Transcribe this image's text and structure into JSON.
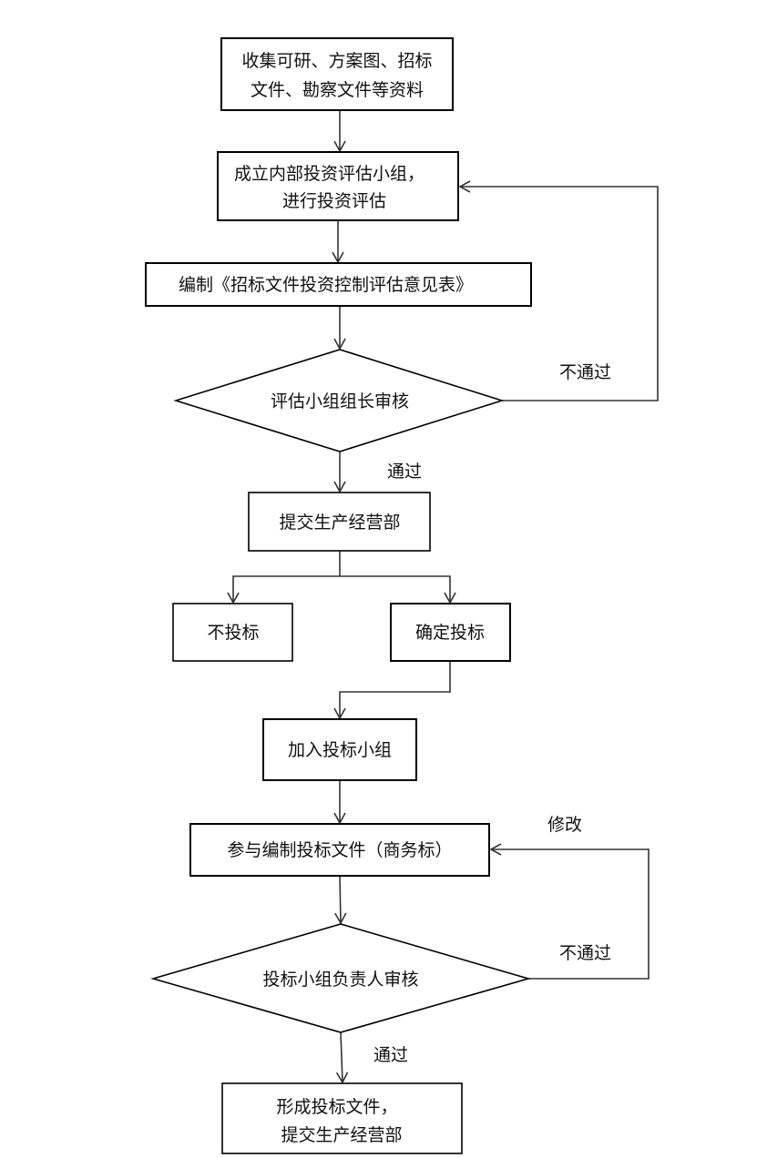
{
  "nodes": {
    "collect": {
      "line1": "收集可研、方案图、招标",
      "line2": "文件、勘察文件等资料"
    },
    "team": {
      "line1": "成立内部投资评估小组，",
      "line2": "进行投资评估"
    },
    "compile_form": {
      "label": "编制《招标文件投资控制评估意见表》"
    },
    "leader_review": {
      "label": "评估小组组长审核"
    },
    "submit_dept": {
      "label": "提交生产经营部"
    },
    "no_bid": {
      "label": "不投标"
    },
    "confirm_bid": {
      "label": "确定投标"
    },
    "join_team": {
      "label": "加入投标小组"
    },
    "prepare_docs": {
      "label": "参与编制投标文件（商务标）"
    },
    "bid_lead_review": {
      "label": "投标小组负责人审核"
    },
    "final": {
      "line1": "形成投标文件，",
      "line2": "提交生产经营部"
    }
  },
  "edge_labels": {
    "fail1": "不通过",
    "pass1": "通过",
    "modify": "修改",
    "fail2": "不通过",
    "pass2": "通过"
  }
}
